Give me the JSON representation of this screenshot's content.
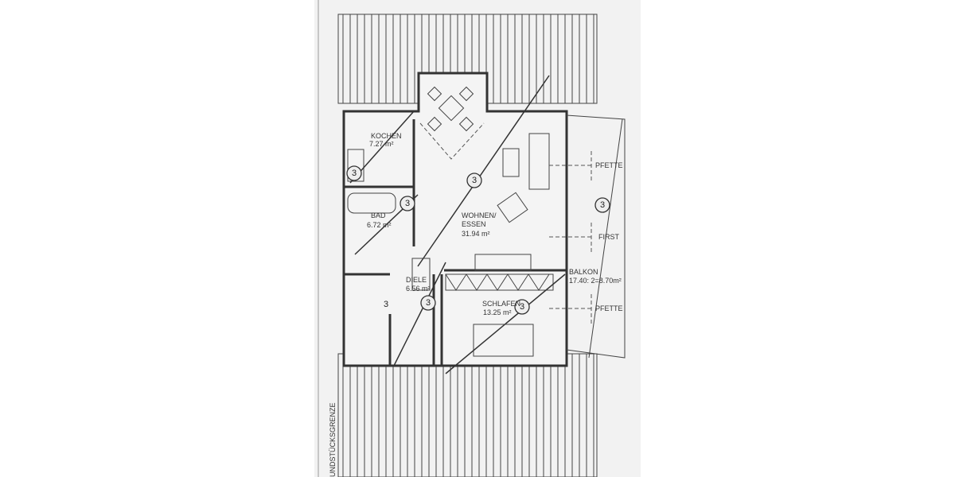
{
  "rooms": {
    "kochen": {
      "name": "KOCHEN",
      "area": "7.27 m²"
    },
    "bad": {
      "name": "BAD",
      "area": "6.72 m²"
    },
    "wohnen": {
      "name": "WOHNEN/",
      "name2": "ESSEN",
      "area": "31.94 m²"
    },
    "diele": {
      "name": "DIELE",
      "area": "6.56 m²"
    },
    "schlafen": {
      "name": "SCHLAFEN",
      "area": "13.25 m²"
    },
    "balkon": {
      "name": "BALKON",
      "area": "17.40: 2=8.70m²"
    }
  },
  "annotations": {
    "pfette_top": "PFETTE",
    "first": "FIRST",
    "pfette_bottom": "PFETTE",
    "boundary": "UNDSTÜCKSGRENZE",
    "marker": "3"
  }
}
